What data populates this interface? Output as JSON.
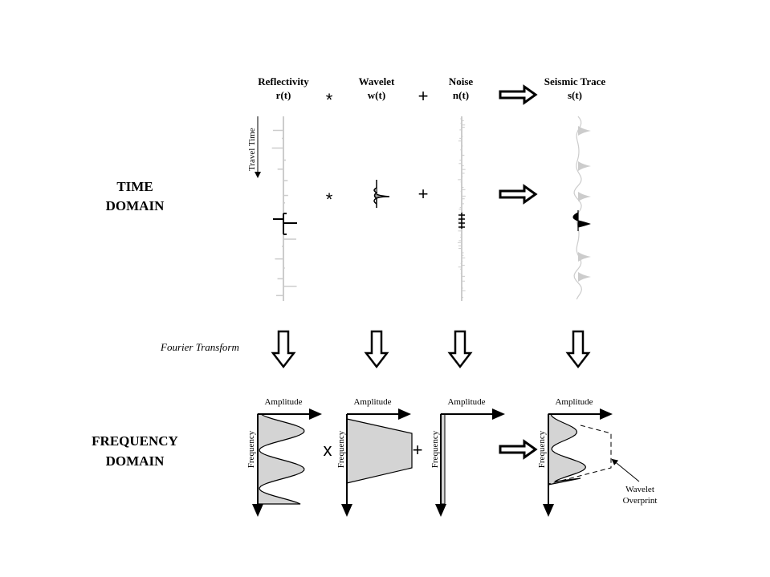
{
  "headers": {
    "reflectivity": {
      "title": "Reflectivity",
      "symbol": "r(t)"
    },
    "wavelet": {
      "title": "Wavelet",
      "symbol": "w(t)"
    },
    "noise": {
      "title": "Noise",
      "symbol": "n(t)"
    },
    "seismic": {
      "title": "Seismic Trace",
      "symbol": "s(t)"
    }
  },
  "operators": {
    "convolve": "*",
    "plus": "+",
    "multiply": "x"
  },
  "time_domain": {
    "line1": "TIME",
    "line2": "DOMAIN",
    "axis_label": "Travel Time"
  },
  "transform_label": "Fourier Transform",
  "frequency_domain": {
    "line1": "FREQUENCY",
    "line2": "DOMAIN",
    "amplitude_label": "Amplitude",
    "frequency_label": "Frequency",
    "overprint_line1": "Wavelet",
    "overprint_line2": "Overprint"
  },
  "colors": {
    "gray_trace": "#cccccc",
    "fill": "#d4d4d4",
    "ink": "#000000"
  }
}
